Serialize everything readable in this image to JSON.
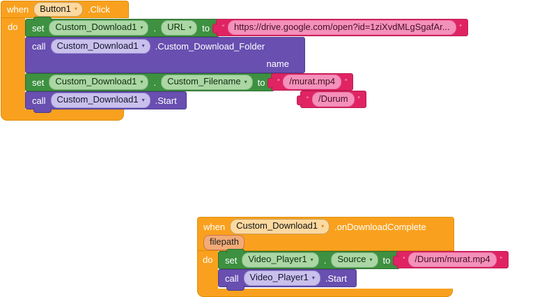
{
  "editor": {
    "background": "#ffffff"
  },
  "glyphs": {
    "open_quote": "“",
    "close_quote": "”",
    "caret": "▾"
  },
  "colors": {
    "event_fill": "#F9A11E",
    "event_border": "#DF8C05",
    "set_fill": "#3D9140",
    "set_border": "#2C6E2F",
    "call_fill": "#684FB0",
    "call_border": "#503C92",
    "text_fill": "#E02463",
    "text_border": "#BC1C51",
    "pill_on_event": "#FCD9A0",
    "pill_on_set": "#ABD7A4",
    "pill_on_call": "#C9C0EC",
    "pill_on_text": "#F491BB",
    "param_pill": "#F2AB76"
  },
  "stack1": {
    "when": "when",
    "component": "Button1",
    "event": ".Click",
    "do": "do",
    "set_url": {
      "set": "set",
      "component": "Custom_Download1",
      "dot": ".",
      "property": "URL",
      "to": "to",
      "value": "https://drive.google.com/open?id=1ziXvdMLgSgafAr..."
    },
    "call_folder": {
      "call": "call",
      "component": "Custom_Download1",
      "method": ".Custom_Download_Folder",
      "param_label": "name",
      "param_value": "/Durum"
    },
    "set_filename": {
      "set": "set",
      "component": "Custom_Download1",
      "dot": ".",
      "property": "Custom_Filename",
      "to": "to",
      "value": "/murat.mp4"
    },
    "call_start": {
      "call": "call",
      "component": "Custom_Download1",
      "method": ".Start"
    }
  },
  "stack2": {
    "when": "when",
    "component": "Custom_Download1",
    "event": ".onDownloadComplete",
    "param": "filepath",
    "do": "do",
    "set_source": {
      "set": "set",
      "component": "Video_Player1",
      "dot": ".",
      "property": "Source",
      "to": "to",
      "value": "/Durum/murat.mp4"
    },
    "call_start": {
      "call": "call",
      "component": "Video_Player1",
      "method": ".Start"
    }
  }
}
